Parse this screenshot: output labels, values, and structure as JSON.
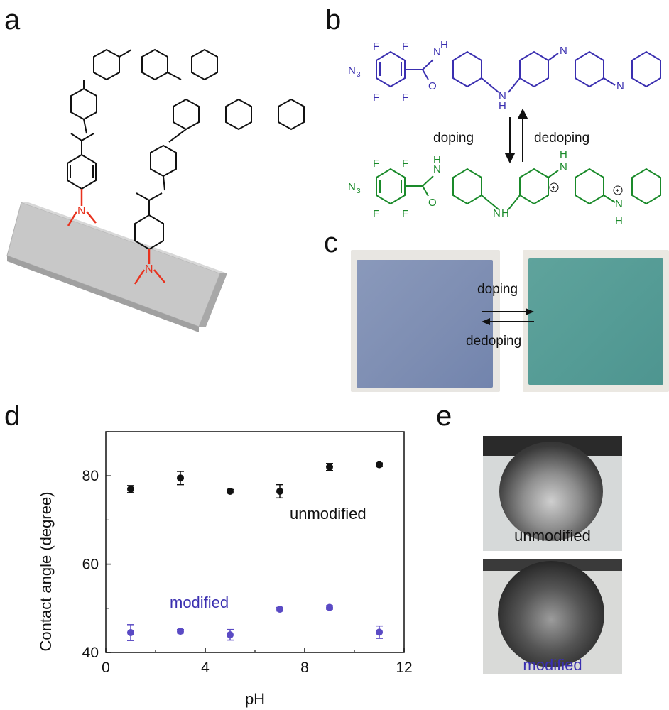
{
  "panels": {
    "a": "a",
    "b": "b",
    "c": "c",
    "d": "d",
    "e": "e"
  },
  "scheme_b": {
    "top_labels": {
      "n3": "N",
      "n3_sub": "3",
      "f": "F",
      "nh": "N",
      "h": "H",
      "o": "O",
      "n": "N"
    },
    "doping": "doping",
    "dedoping": "dedoping",
    "plus": "+"
  },
  "panel_c": {
    "doping": "doping",
    "dedoping": "dedoping"
  },
  "panel_e": {
    "top_label": "unmodified",
    "bottom_label": "modified"
  },
  "colors": {
    "blue": "#3a2fb0",
    "green": "#1a8a2a",
    "black": "#111111",
    "red": "#e8321e",
    "unmodified_marker": "#111111",
    "modified_marker": "#5a4ac4"
  },
  "chart_data": {
    "type": "scatter",
    "xlabel": "pH",
    "ylabel": "Contact angle (degree)",
    "xlim": [
      0,
      12
    ],
    "ylim": [
      40,
      90
    ],
    "xticks": [
      0,
      4,
      8,
      12
    ],
    "yticks": [
      40,
      60,
      80
    ],
    "series": [
      {
        "name": "unmodified",
        "color": "#111111",
        "x": [
          1,
          3,
          5,
          7,
          9,
          11
        ],
        "y": [
          77,
          79.5,
          76.5,
          76.5,
          82,
          82.5
        ],
        "err": [
          0.8,
          1.5,
          0.4,
          1.5,
          0.8,
          0.4
        ]
      },
      {
        "name": "modified",
        "color": "#5a4ac4",
        "x": [
          1,
          3,
          5,
          7,
          9,
          11
        ],
        "y": [
          44.5,
          44.8,
          44,
          49.8,
          50.2,
          44.6
        ],
        "err": [
          1.8,
          0.4,
          1.2,
          0.4,
          0.4,
          1.4
        ]
      }
    ]
  }
}
